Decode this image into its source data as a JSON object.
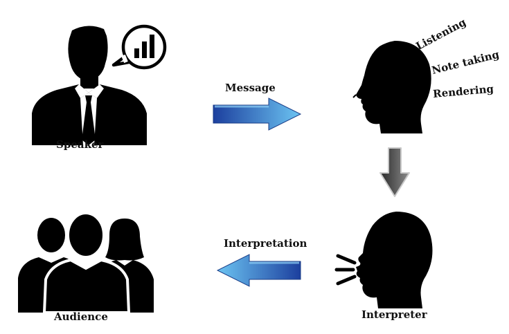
{
  "labels": {
    "speaker": "Speaker",
    "message": "Message",
    "listening": "Listening",
    "note_taking": "Note taking",
    "rendering": "Rendering",
    "interpretation": "Interpretation",
    "audience": "Audience",
    "interpreter": "Interpreter"
  },
  "colors": {
    "silhouette": "#000000",
    "arrow_blue_light": "#5fb4ea",
    "arrow_blue_dark": "#1c3f9e",
    "arrow_gray_dark": "#3a3a3a",
    "arrow_gray_light": "#9a9a9a"
  },
  "icons": {
    "speaker": "businessman-silhouette-icon",
    "speech_bubble": "bar-chart-speech-bubble-icon",
    "listening_head": "head-profile-icon",
    "speaking_head": "speaking-head-profile-icon",
    "audience": "group-of-people-icon"
  }
}
